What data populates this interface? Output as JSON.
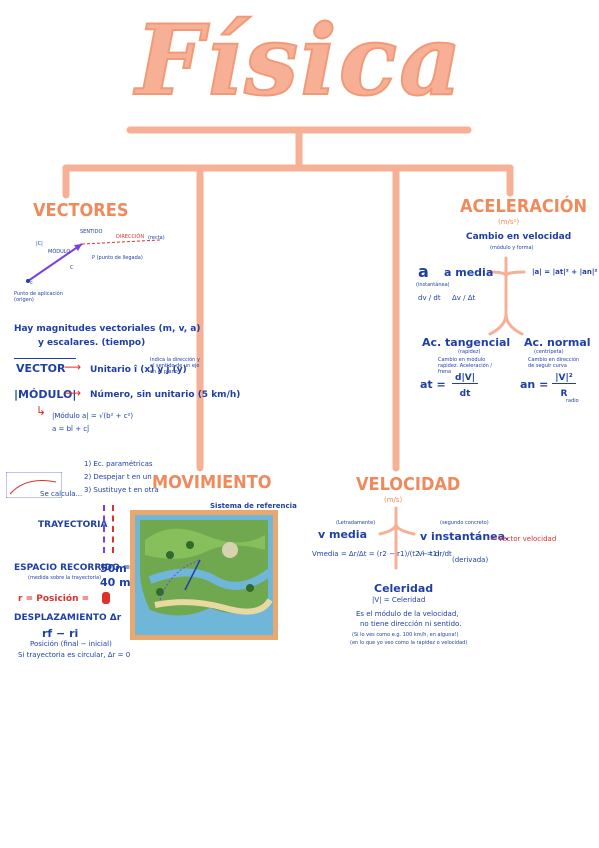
{
  "title": "Física",
  "vectores": {
    "heading": "VECTORES",
    "diagram": {
      "sentido": "SENTIDO",
      "direccion": "DIRECCIÓN",
      "direccion_note": "(recta)",
      "modulo_bars": "|C|",
      "modulo": "MÓDULO",
      "p_label": "P (punto de llegada)",
      "vec_c": "C",
      "vec_c2": "c",
      "origen": "Punto de aplicación (origen)"
    },
    "intro1": "Hay magnitudes vectoriales (m, v, a)",
    "intro2": "y escalares. (tiempo)",
    "vector_label": "VECTOR",
    "vector_text": "Unitario î (x) y ĵ (y)",
    "vector_note": "Indica la dirección y el sentido de un eje en el plano",
    "modulo_label": "|MÓDULO|",
    "modulo_text": "Número, sin unitario (5 km/h)",
    "modulo_formula": "|Módulo a| = √(b² + c²)",
    "a_formula": "a = bî + cĵ"
  },
  "aceleracion": {
    "heading": "ACELERACIÓN",
    "units": "(m/s²)",
    "cambio": "Cambio en velocidad",
    "cambio_note": "(módulo y forma)",
    "a_inst": "a",
    "a_inst_note": "(instantánea)",
    "a_media": "a media",
    "dv_dt": "dv / dt",
    "dv_dt_delta": "Δv / Δt",
    "modulo": "|a| = |at|² + |an|²",
    "ac_tang": "Ac. tangencial",
    "ac_tang_note": "(rapidez)",
    "ac_tang_desc": "Cambio en módulo rapidez. Aceleración / frena",
    "ac_normal": "Ac. normal",
    "ac_normal_note": "(centrípeta)",
    "ac_normal_desc": "Cambio en dirección de seguir curva",
    "at_formula_lhs": "at =",
    "at_formula_num": "d|V|",
    "at_formula_den": "dt",
    "an_formula_lhs": "an =",
    "an_formula_num": "|V|²",
    "an_formula_den": "R",
    "an_radio": "radio"
  },
  "movimiento": {
    "heading": "MOVIMIENTO",
    "sistema": "Sistema de referencia",
    "ecuaciones": [
      "1) Ec. paramétricas",
      "2) Despejar t en un",
      "3) Sustituye t en otra"
    ],
    "trayectoria": "TRAYECTORIA",
    "se_calcula": "Se calcula...",
    "espacio": "ESPACIO RECORRIDO =",
    "espacio_note": "(medida sobre la trayectoria)",
    "espacio_v1": "50m",
    "espacio_v2": "40 m",
    "posicion": "r = Posición =",
    "desplazamiento": "DESPLAZAMIENTO Δr",
    "formula": "rf − ri",
    "formula_note": "Posición (final − inicial)",
    "circular": "Si trayectoria es circular, Δr = 0"
  },
  "velocidad": {
    "heading": "VELOCIDAD",
    "units": "(m/s)",
    "media": "v media",
    "media_note": "(Letradamente)",
    "instantanea": "v instantánea.",
    "instantanea_note": "(segundo concreto)",
    "vector_vel": "= Vector velocidad",
    "vmedia_formula": "Vmedia = Δr/Δt = (r2 − r1)/(t2 − t1)",
    "vi_formula": "Vi = dr/dt",
    "vi_note": "(derivada)",
    "celeridad": "Celeridad",
    "celeridad_def": "|V| = Celeridad",
    "desc1": "Es el módulo de la velocidad,",
    "desc2": "no tiene dirección ni sentido.",
    "note1": "(Si lo ves como e.g. 100 km/h, en alguna!)",
    "note2": "(en lo que yo veo como la rapidez o velocidad)"
  },
  "colors": {
    "accent": "#f08a5d",
    "line": "#f7b095",
    "blue": "#1f3fa6",
    "red": "#e0302a"
  }
}
